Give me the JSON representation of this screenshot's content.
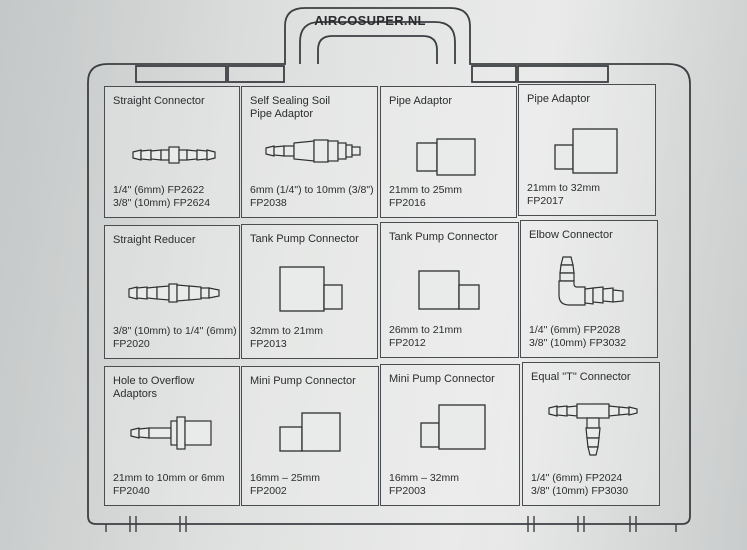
{
  "brand": "AIRCOSUPER.NL",
  "cells": [
    {
      "title": "Straight Connector",
      "spec": "1/4\" (6mm)   FP2622\n3/8\" (10mm) FP2624",
      "part_icon": "straight-connector-icon"
    },
    {
      "title": "Self Sealing Soil\nPipe Adaptor",
      "spec": "6mm (1/4\") to 10mm (3/8\")\nFP2038",
      "part_icon": "self-sealing-adaptor-icon"
    },
    {
      "title": "Pipe Adaptor",
      "spec": "21mm to 25mm\nFP2016",
      "part_icon": "pipe-adaptor-icon"
    },
    {
      "title": "Pipe Adaptor",
      "spec": "21mm to 32mm\nFP2017",
      "part_icon": "pipe-adaptor-icon"
    },
    {
      "title": "Straight Reducer",
      "spec": "3/8\" (10mm) to 1/4\" (6mm)\nFP2020",
      "part_icon": "straight-reducer-icon"
    },
    {
      "title": "Tank Pump Connector",
      "spec": "32mm to 21mm\nFP2013",
      "part_icon": "tank-pump-connector-icon"
    },
    {
      "title": "Tank Pump Connector",
      "spec": "26mm to 21mm\nFP2012",
      "part_icon": "tank-pump-connector-icon"
    },
    {
      "title": "Elbow Connector",
      "spec": "1/4\" (6mm)   FP2028\n3/8\" (10mm) FP3032",
      "part_icon": "elbow-connector-icon"
    },
    {
      "title": "Hole to Overflow Adaptors",
      "spec": "21mm to 10mm or 6mm\nFP2040",
      "part_icon": "overflow-adaptor-icon"
    },
    {
      "title": "Mini Pump Connector",
      "spec": "16mm – 25mm\nFP2002",
      "part_icon": "mini-pump-connector-icon"
    },
    {
      "title": "Mini Pump Connector",
      "spec": "16mm – 32mm\nFP2003",
      "part_icon": "mini-pump-connector-icon"
    },
    {
      "title": "Equal \"T\" Connector",
      "spec": "1/4\" (6mm)   FP2024\n3/8\" (10mm) FP3030",
      "part_icon": "tee-connector-icon"
    }
  ]
}
